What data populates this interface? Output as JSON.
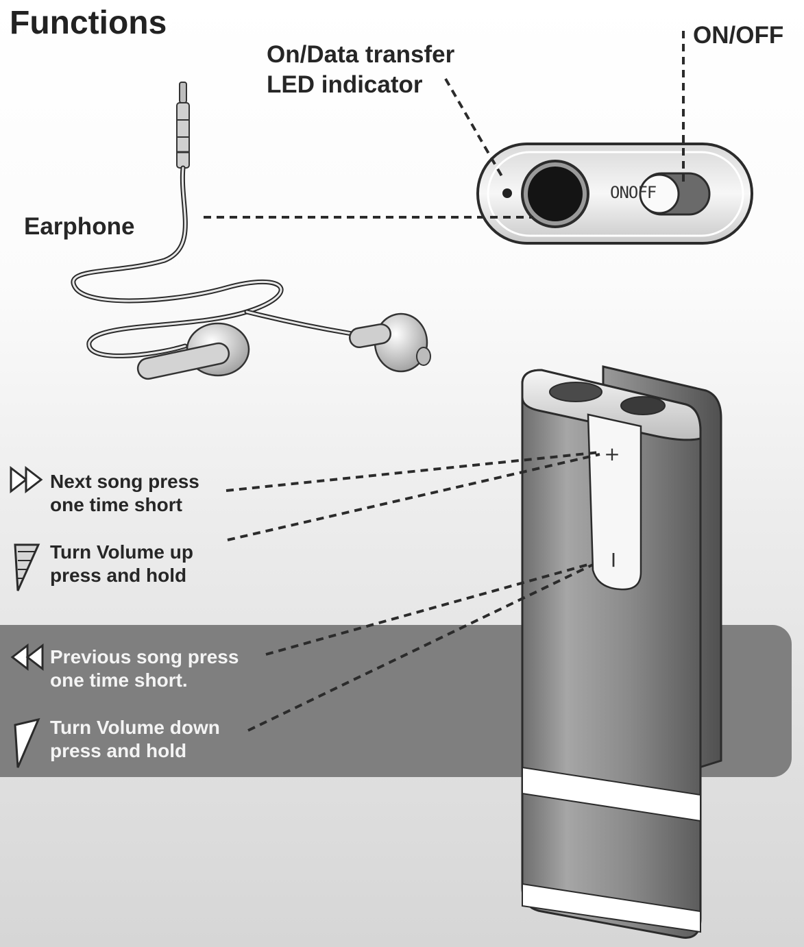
{
  "title": "Functions",
  "labels": {
    "led": "On/Data transfer\nLED indicator",
    "power": "ON/OFF",
    "earphone": "Earphone",
    "switch_text": "ONOFF"
  },
  "functions": [
    {
      "icon": "next-icon",
      "text": "Next song press\none time short"
    },
    {
      "icon": "volume-up-icon",
      "text": "Turn Volume up\npress and hold"
    },
    {
      "icon": "previous-icon",
      "text": "Previous song press\none time short."
    },
    {
      "icon": "volume-down-icon",
      "text": "Turn Volume down\npress and hold"
    }
  ],
  "device": {
    "plus_key": "+",
    "minus_key": "I"
  },
  "colors": {
    "band": "#7f7f7f",
    "text": "#262626",
    "device_body": "#8a8a8a"
  }
}
